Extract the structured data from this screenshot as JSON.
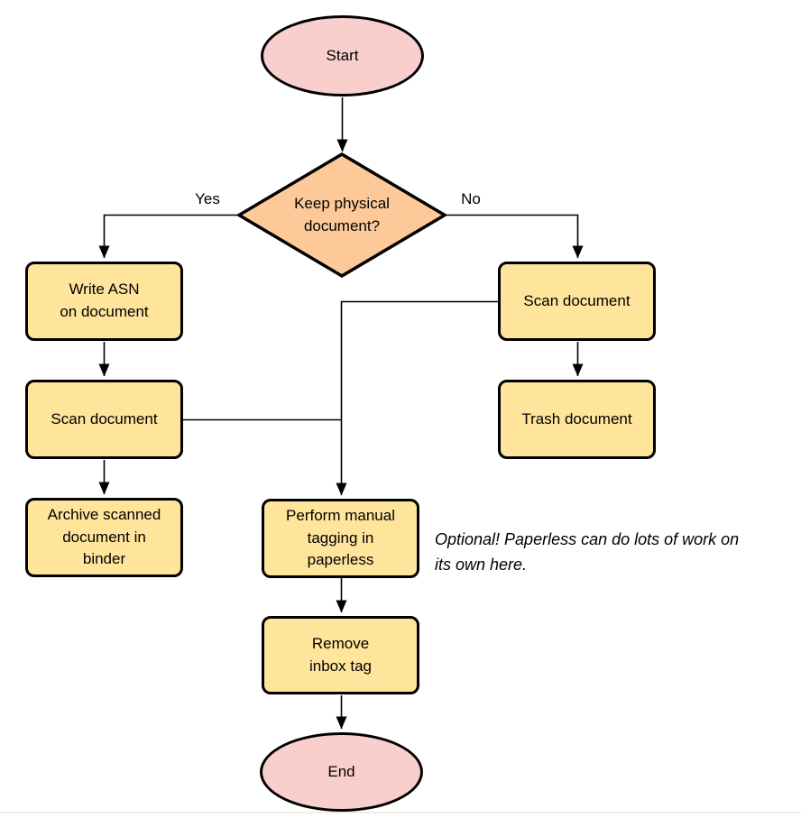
{
  "diagram": {
    "type": "flowchart",
    "background": "#ffffff",
    "colors": {
      "terminator_fill": "#f9cfcd",
      "decision_fill": "#fdc998",
      "process_fill": "#ffe49c",
      "stroke": "#000000",
      "edge": "#000000"
    },
    "nodes": {
      "start": {
        "label": "Start",
        "shape": "ellipse"
      },
      "decision": {
        "label": "Keep physical\ndocument?",
        "shape": "diamond"
      },
      "write_asn": {
        "label": "Write ASN\non document",
        "shape": "rect"
      },
      "scan_left": {
        "label": "Scan document",
        "shape": "rect"
      },
      "archive": {
        "label": "Archive scanned\ndocument in\nbinder",
        "shape": "rect"
      },
      "scan_right": {
        "label": "Scan document",
        "shape": "rect"
      },
      "trash": {
        "label": "Trash document",
        "shape": "rect"
      },
      "perform_tagging": {
        "label": "Perform manual\ntagging in\npaperless",
        "shape": "rect"
      },
      "remove_inbox": {
        "label": "Remove\ninbox tag",
        "shape": "rect"
      },
      "end": {
        "label": "End",
        "shape": "ellipse"
      }
    },
    "edge_labels": {
      "yes": "Yes",
      "no": "No"
    },
    "note": "Optional! Paperless can do lots of work on\nits own here.",
    "edges": [
      {
        "from": "start",
        "to": "decision",
        "label": ""
      },
      {
        "from": "decision",
        "to": "write_asn",
        "label": "Yes"
      },
      {
        "from": "decision",
        "to": "scan_right",
        "label": "No"
      },
      {
        "from": "write_asn",
        "to": "scan_left",
        "label": ""
      },
      {
        "from": "scan_left",
        "to": "archive",
        "label": ""
      },
      {
        "from": "scan_left",
        "to": "perform_tagging",
        "label": ""
      },
      {
        "from": "scan_right",
        "to": "trash",
        "label": ""
      },
      {
        "from": "scan_right",
        "to": "perform_tagging",
        "label": ""
      },
      {
        "from": "perform_tagging",
        "to": "remove_inbox",
        "label": ""
      },
      {
        "from": "remove_inbox",
        "to": "end",
        "label": ""
      }
    ]
  }
}
